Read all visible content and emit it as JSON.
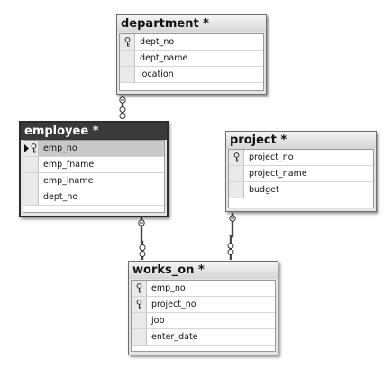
{
  "tables": [
    {
      "id": "department",
      "title": "department *",
      "selected": false,
      "columns": [
        {
          "name": "dept_no",
          "key": true
        },
        {
          "name": "dept_name",
          "key": false
        },
        {
          "name": "location",
          "key": false
        }
      ]
    },
    {
      "id": "employee",
      "title": "employee *",
      "selected": true,
      "columns": [
        {
          "name": "emp_no",
          "key": true,
          "current": true
        },
        {
          "name": "emp_fname",
          "key": false
        },
        {
          "name": "emp_lname",
          "key": false
        },
        {
          "name": "dept_no",
          "key": false
        }
      ]
    },
    {
      "id": "project",
      "title": "project *",
      "selected": false,
      "columns": [
        {
          "name": "project_no",
          "key": true
        },
        {
          "name": "project_name",
          "key": false
        },
        {
          "name": "budget",
          "key": false
        }
      ]
    },
    {
      "id": "works_on",
      "title": "works_on *",
      "selected": false,
      "columns": [
        {
          "name": "emp_no",
          "key": true
        },
        {
          "name": "project_no",
          "key": true
        },
        {
          "name": "job",
          "key": false
        },
        {
          "name": "enter_date",
          "key": false
        }
      ]
    }
  ],
  "relationships": [
    {
      "from": "department",
      "to": "employee"
    },
    {
      "from": "employee",
      "to": "works_on"
    },
    {
      "from": "project",
      "to": "works_on"
    }
  ],
  "icons": {
    "primary_key": "key-icon",
    "current_row": "row-selector-arrow-icon"
  }
}
